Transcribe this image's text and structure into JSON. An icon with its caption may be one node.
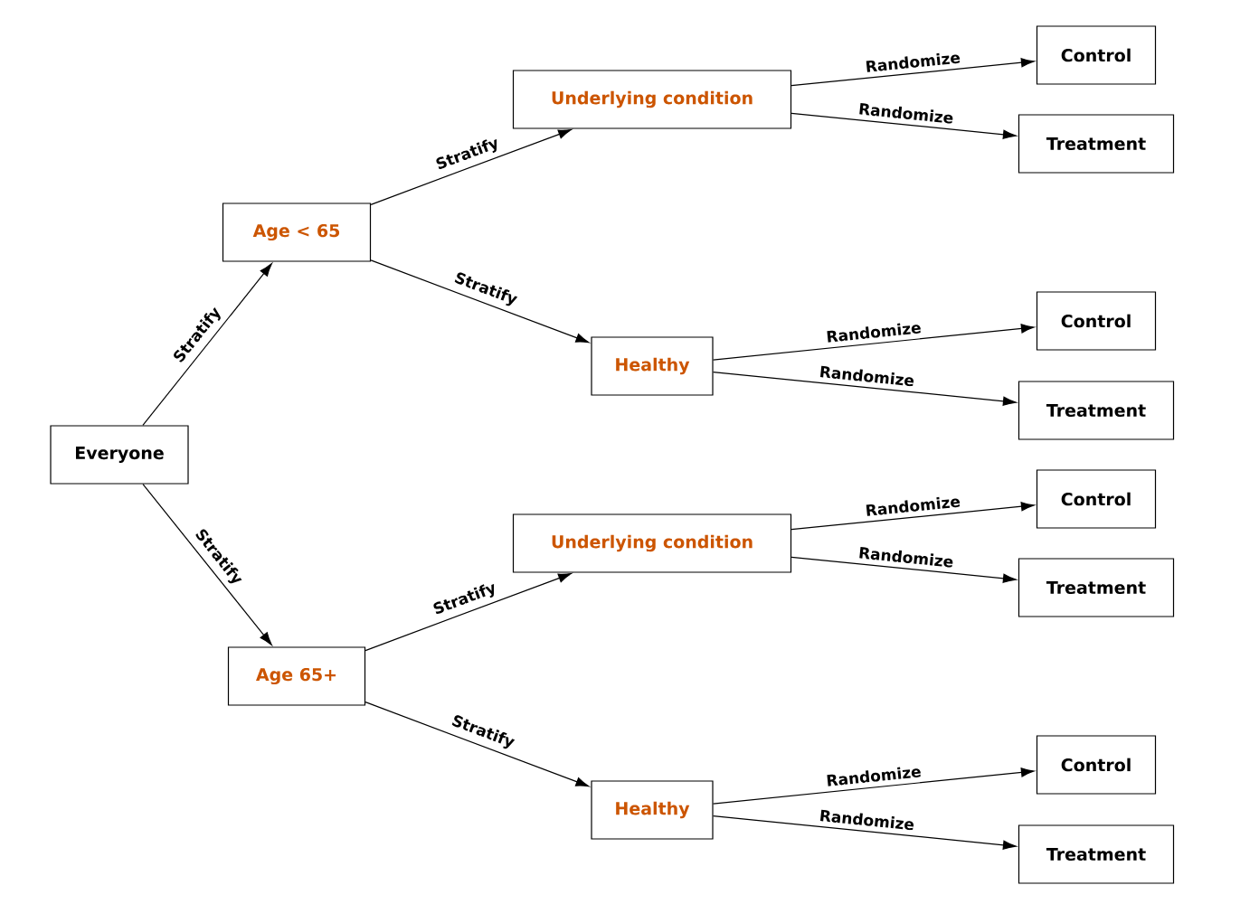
{
  "diagram": {
    "nodes": [
      {
        "text": [
          "Everyone"
        ]
      },
      {
        "text": [
          "Age < 65"
        ]
      },
      {
        "text": [
          "Underlying condition"
        ]
      },
      {
        "text": [
          "Control"
        ]
      },
      {
        "text": [
          "Treatment"
        ]
      },
      {
        "text": [
          "Healthy"
        ]
      },
      {
        "text": [
          "Control"
        ]
      },
      {
        "text": [
          "Treatment"
        ]
      },
      {
        "text": [
          "Age 65+"
        ]
      },
      {
        "text": [
          "Underlying condition"
        ]
      },
      {
        "text": [
          "Control"
        ]
      },
      {
        "text": [
          "Treatment"
        ]
      },
      {
        "text": [
          "Healthy"
        ]
      },
      {
        "text": [
          "Control"
        ]
      },
      {
        "text": [
          "Treatment"
        ]
      }
    ],
    "edges": [
      {
        "from": 0,
        "to": 1,
        "arrow": "to",
        "label": "Stratify"
      },
      {
        "from": 1,
        "to": 2,
        "arrow": "to",
        "label": "Stratify"
      },
      {
        "from": 2,
        "to": 3,
        "arrow": "to",
        "label": "Randomize"
      },
      {
        "from": 2,
        "to": 4,
        "arrow": "to",
        "label": "Randomize"
      },
      {
        "from": 1,
        "to": 5,
        "arrow": "to",
        "label": "Stratify"
      },
      {
        "from": 5,
        "to": 6,
        "arrow": "to",
        "label": "Randomize"
      },
      {
        "from": 5,
        "to": 7,
        "arrow": "to",
        "label": "Randomize"
      },
      {
        "from": 0,
        "to": 8,
        "arrow": "to",
        "label": "Stratify"
      },
      {
        "from": 8,
        "to": 9,
        "arrow": "to",
        "label": "Stratify"
      },
      {
        "from": 9,
        "to": 10,
        "arrow": "to",
        "label": "Randomize"
      },
      {
        "from": 9,
        "to": 11,
        "arrow": "to",
        "label": "Randomize"
      },
      {
        "from": 8,
        "to": 12,
        "arrow": "to",
        "label": "Stratify"
      },
      {
        "from": 12,
        "to": 13,
        "arrow": "to",
        "label": "Randomize"
      },
      {
        "from": 12,
        "to": 14,
        "arrow": "to",
        "label": "Randomize"
      }
    ]
  }
}
